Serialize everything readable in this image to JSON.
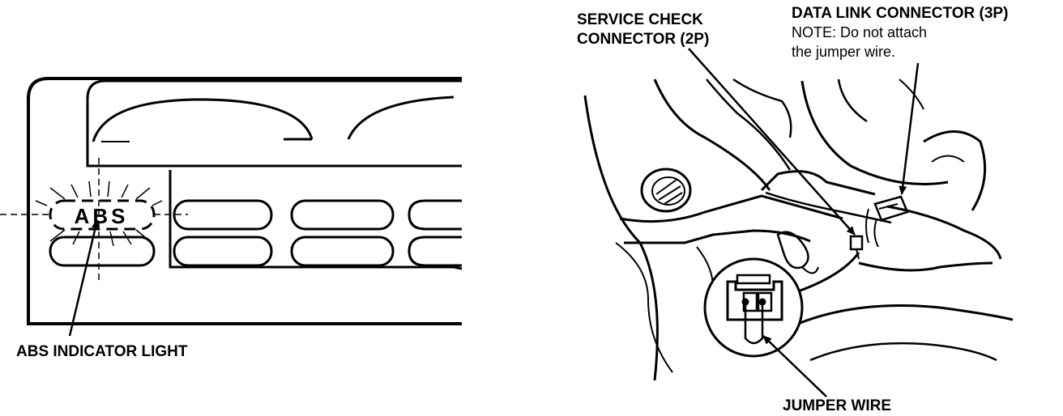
{
  "left_panel": {
    "indicator_text": "ABS",
    "callout_label": "ABS INDICATOR LIGHT"
  },
  "right_panel": {
    "service_check_line1": "SERVICE CHECK",
    "service_check_line2": "CONNECTOR (2P)",
    "dlc_title": "DATA LINK CONNECTOR (3P)",
    "dlc_note_line1": "NOTE:  Do not attach",
    "dlc_note_line2": "the jumper wire.",
    "jumper_label": "JUMPER WIRE"
  }
}
